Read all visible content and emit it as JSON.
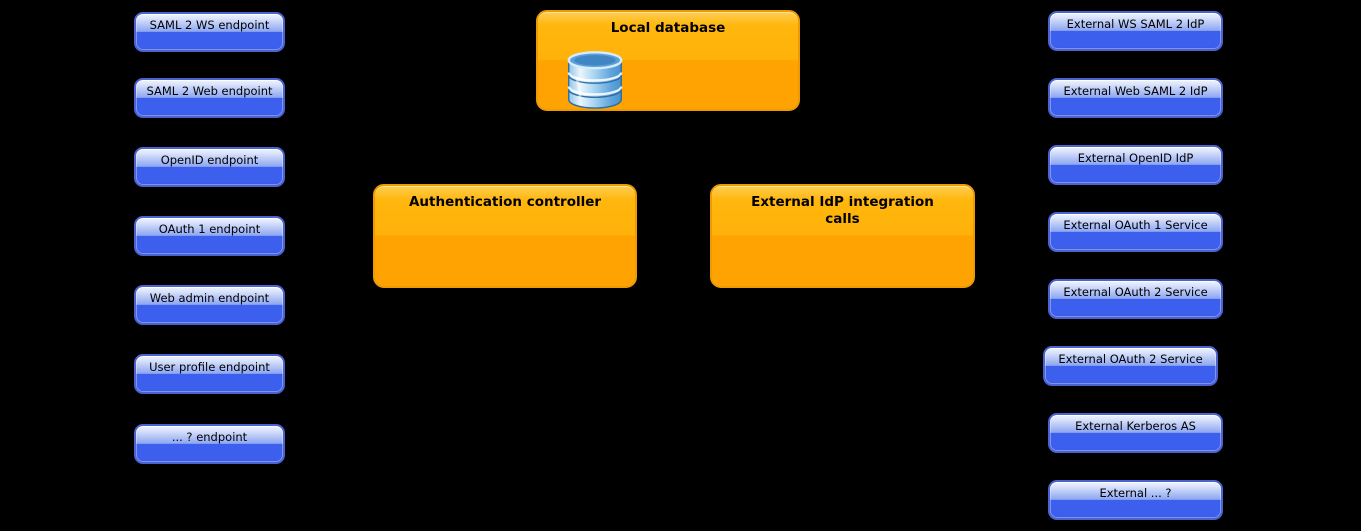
{
  "background": "#000000",
  "colors": {
    "blue_node_top": "#eef3fe",
    "blue_node_mid": "#8ca6f1",
    "blue_node_bottom": "#3d5fee",
    "blue_node_border": "#4a63d0",
    "orange_node_top": "#ffb60d",
    "orange_node_bottom": "#ffa303",
    "orange_node_border": "#ed9b00",
    "text": "#000000",
    "db_icon_blue": "#5b9fd8"
  },
  "left_column": {
    "items": [
      {
        "label": "SAML 2 WS endpoint"
      },
      {
        "label": "SAML 2 Web endpoint"
      },
      {
        "label": "OpenID endpoint"
      },
      {
        "label": "OAuth 1 endpoint"
      },
      {
        "label": "Web admin endpoint"
      },
      {
        "label": "User profile endpoint"
      },
      {
        "label": "... ? endpoint"
      }
    ]
  },
  "center": {
    "local_database": {
      "title": "Local database",
      "icon": "database-icon"
    },
    "authentication_controller": {
      "title": "Authentication controller"
    },
    "external_idp_integration_calls": {
      "title": "External IdP integration calls"
    }
  },
  "right_column": {
    "items": [
      {
        "label": "External WS SAML 2 IdP"
      },
      {
        "label": "External Web SAML 2 IdP"
      },
      {
        "label": "External OpenID IdP"
      },
      {
        "label": "External OAuth 1 Service"
      },
      {
        "label": "External OAuth 2 Service"
      },
      {
        "label": "External OAuth 2 Service"
      },
      {
        "label": "External Kerberos AS"
      },
      {
        "label": "External ... ?"
      }
    ]
  }
}
